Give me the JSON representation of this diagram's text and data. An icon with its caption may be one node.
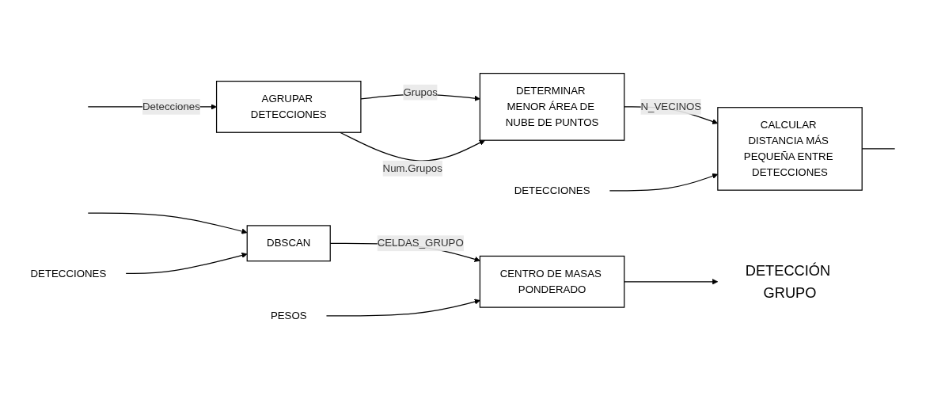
{
  "diagram": {
    "nodes": [
      {
        "text": [
          "AGRUPAR DETECCIONES"
        ]
      },
      {
        "text": [
          "DETERMINAR MENOR ÁREA DE NUBE DE PUNTOS"
        ]
      },
      {
        "text": [
          "CALCULAR DISTANCIA MÁS PEQUEÑA ENTRE DETECCIONES"
        ]
      },
      {
        "text": [
          "DBSCAN"
        ]
      },
      {
        "text": [
          "CENTRO DE MASAS PONDERADO"
        ]
      },
      {
        "text": [
          "DETECCIÓN GRUPO"
        ]
      },
      {
        "text": [
          "DETECCIONES"
        ]
      },
      {
        "text": [
          "PESOS"
        ]
      },
      {
        "text": [
          "DETECCIONES"
        ]
      }
    ],
    "edges": [
      {
        "from": null,
        "to": 0,
        "arrow": "to",
        "label": "Detecciones"
      },
      {
        "from": 0,
        "to": 1,
        "arrow": "to",
        "label": "Grupos"
      },
      {
        "from": 0,
        "to": 1,
        "arrow": "to",
        "label": "Num.Grupos"
      },
      {
        "from": 1,
        "to": 2,
        "arrow": "to",
        "label": "N_VECINOS"
      },
      {
        "from": 6,
        "to": 2,
        "arrow": "to"
      },
      {
        "from": 2,
        "to": null,
        "arrow": "none"
      },
      {
        "from": null,
        "to": 3,
        "arrow": "to"
      },
      {
        "from": 3,
        "to": 4,
        "arrow": "to",
        "label": "CELDAS_GRUPO"
      },
      {
        "from": 4,
        "to": 5,
        "arrow": "to"
      },
      {
        "from": 7,
        "to": 4,
        "arrow": "to"
      },
      {
        "from": 8,
        "to": 3,
        "arrow": "to"
      }
    ]
  }
}
